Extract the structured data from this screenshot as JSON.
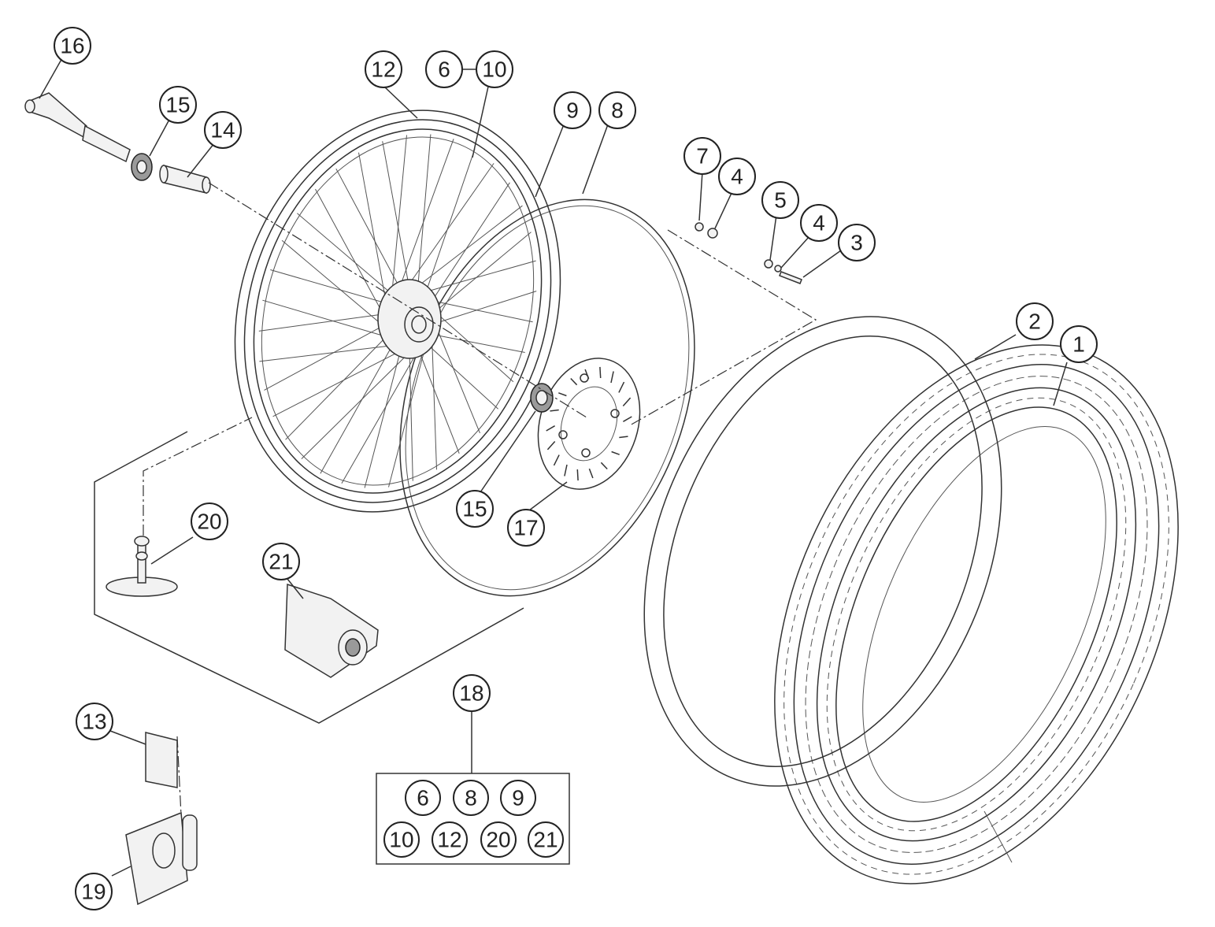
{
  "callouts": [
    {
      "id": "c16",
      "label": "16"
    },
    {
      "id": "c12",
      "label": "12"
    },
    {
      "id": "c6",
      "label": "6"
    },
    {
      "id": "c10",
      "label": "10"
    },
    {
      "id": "c15a",
      "label": "15"
    },
    {
      "id": "c14",
      "label": "14"
    },
    {
      "id": "c9",
      "label": "9"
    },
    {
      "id": "c8",
      "label": "8"
    },
    {
      "id": "c7",
      "label": "7"
    },
    {
      "id": "c4a",
      "label": "4"
    },
    {
      "id": "c5",
      "label": "5"
    },
    {
      "id": "c4b",
      "label": "4"
    },
    {
      "id": "c3",
      "label": "3"
    },
    {
      "id": "c2",
      "label": "2"
    },
    {
      "id": "c1",
      "label": "1"
    },
    {
      "id": "c20",
      "label": "20"
    },
    {
      "id": "c21",
      "label": "21"
    },
    {
      "id": "c15b",
      "label": "15"
    },
    {
      "id": "c17",
      "label": "17"
    },
    {
      "id": "c18",
      "label": "18"
    },
    {
      "id": "c13",
      "label": "13"
    },
    {
      "id": "c19",
      "label": "19"
    }
  ],
  "kit_18_contents": [
    {
      "id": "k6",
      "label": "6"
    },
    {
      "id": "k8",
      "label": "8"
    },
    {
      "id": "k9",
      "label": "9"
    },
    {
      "id": "k10",
      "label": "10"
    },
    {
      "id": "k12",
      "label": "12"
    },
    {
      "id": "k20",
      "label": "20"
    },
    {
      "id": "k21",
      "label": "21"
    }
  ]
}
